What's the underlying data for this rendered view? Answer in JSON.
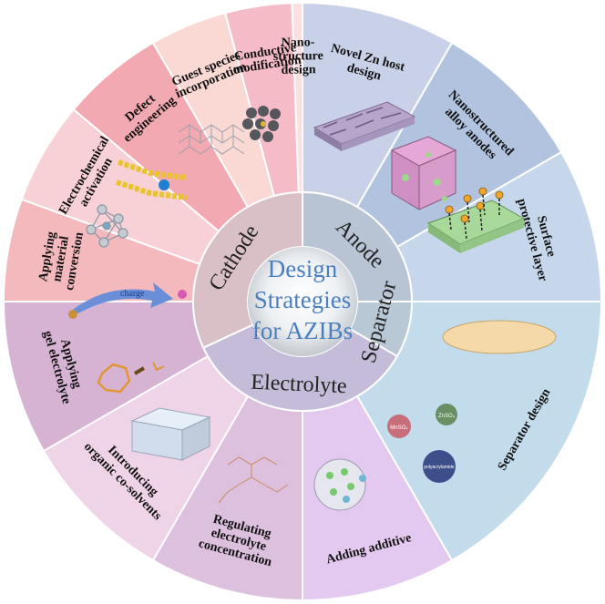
{
  "center": {
    "lines": [
      "Design",
      "Strategies",
      "for AZIBs"
    ]
  },
  "categories": [
    {
      "id": "anode",
      "label": "Anode",
      "color": "#b8c4d4"
    },
    {
      "id": "separator",
      "label": "Separator",
      "color": "#b8c8d4"
    },
    {
      "id": "electrolyte",
      "label": "Electrolyte",
      "color": "#c4bcd8"
    },
    {
      "id": "cathode",
      "label": "Cathode",
      "color": "#d8c0c6"
    }
  ],
  "segments": [
    {
      "id": "novel-zn-host",
      "lines": [
        "Novel Zn host",
        "design"
      ],
      "color": "#c9d1e8"
    },
    {
      "id": "nano-alloy",
      "lines": [
        "Nanostructured",
        "alloy anodes"
      ],
      "color": "#b1c3df"
    },
    {
      "id": "surface-protective",
      "lines": [
        "Surface",
        "protective layer"
      ],
      "color": "#c6d7ec"
    },
    {
      "id": "separator-design",
      "lines": [
        "Separator design"
      ],
      "color": "#c3dcec"
    },
    {
      "id": "adding-additive",
      "lines": [
        "Adding additive"
      ],
      "color": "#e3c9ef"
    },
    {
      "id": "regulating-conc",
      "lines": [
        "Regulating",
        "electrolyte",
        "concentration"
      ],
      "color": "#dcc0de"
    },
    {
      "id": "organic-cosolvents",
      "lines": [
        "Introducing",
        "organic co-solvents"
      ],
      "color": "#efd3e6"
    },
    {
      "id": "gel-electrolyte",
      "lines": [
        "Applying",
        "gel electrolyte"
      ],
      "color": "#d7b3d3"
    },
    {
      "id": "material-conversion",
      "lines": [
        "Applying",
        "material",
        "conversion"
      ],
      "color": "#f3b9bd"
    },
    {
      "id": "electrochemical-activation",
      "lines": [
        "Electrochemical",
        "activation"
      ],
      "color": "#f8d1d6"
    },
    {
      "id": "defect-engineering",
      "lines": [
        "Defect",
        "engineering"
      ],
      "color": "#f2a9b1"
    },
    {
      "id": "guest-species",
      "lines": [
        "Guest species",
        "incorporation"
      ],
      "color": "#fad8d4"
    },
    {
      "id": "conductive-modification",
      "lines": [
        "Conductive",
        "modification"
      ],
      "color": "#f5bcc8"
    },
    {
      "id": "nanostructure-design",
      "lines": [
        "Nano-",
        "structure",
        "design"
      ],
      "color": "#fbe0e1"
    }
  ],
  "illustrations": {
    "charge_label": "charge",
    "znso4_label": "ZnSO₄",
    "mnso4_label": "MnSO₄",
    "additive_label": "polyacrylamide"
  }
}
